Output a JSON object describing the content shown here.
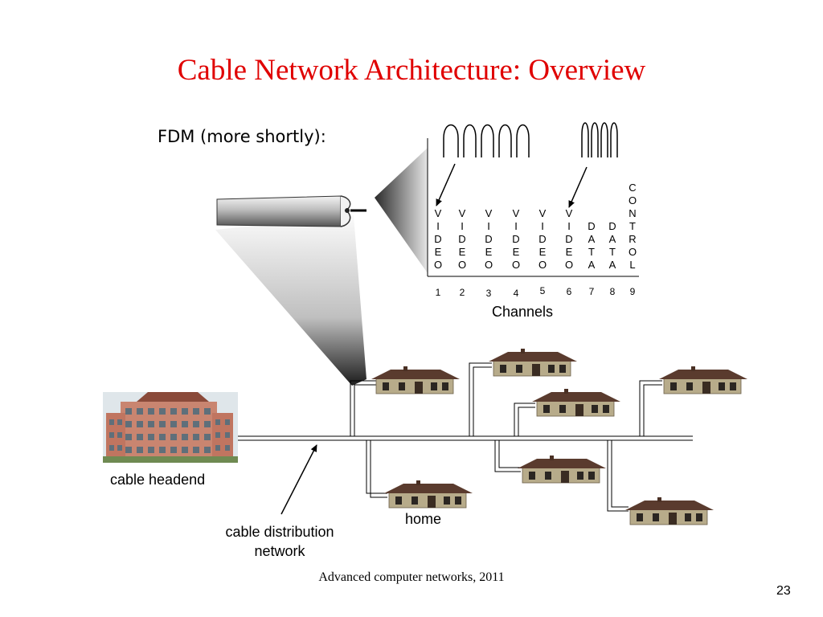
{
  "slide": {
    "title": "Cable Network Architecture: Overview",
    "subtitle": "FDM (more shortly):",
    "footer": "Advanced computer networks, 2011",
    "page_number": "23"
  },
  "channels": {
    "caption": "Channels",
    "items": [
      {
        "number": "1",
        "letters": [
          "V",
          "I",
          "D",
          "E",
          "O"
        ]
      },
      {
        "number": "2",
        "letters": [
          "V",
          "I",
          "D",
          "E",
          "O"
        ]
      },
      {
        "number": "3",
        "letters": [
          "V",
          "I",
          "D",
          "E",
          "O"
        ]
      },
      {
        "number": "4",
        "letters": [
          "V",
          "I",
          "D",
          "E",
          "O"
        ]
      },
      {
        "number": "5",
        "letters": [
          "V",
          "I",
          "D",
          "E",
          "O"
        ]
      },
      {
        "number": "6",
        "letters": [
          "V",
          "I",
          "D",
          "E",
          "O"
        ]
      },
      {
        "number": "7",
        "letters": [
          "D",
          "A",
          "T",
          "A"
        ]
      },
      {
        "number": "8",
        "letters": [
          "D",
          "A",
          "T",
          "A"
        ]
      },
      {
        "number": "9",
        "letters": [
          "C",
          "O",
          "N",
          "T",
          "R",
          "O",
          "L"
        ]
      }
    ]
  },
  "labels": {
    "headend": "cable headend",
    "distribution_line1": "cable distribution",
    "distribution_line2": "network",
    "home": "home"
  },
  "colors": {
    "title": "#e00000",
    "building": "#c98570",
    "house_roof": "#5a3b2e",
    "house_wall": "#b7ab8a"
  }
}
